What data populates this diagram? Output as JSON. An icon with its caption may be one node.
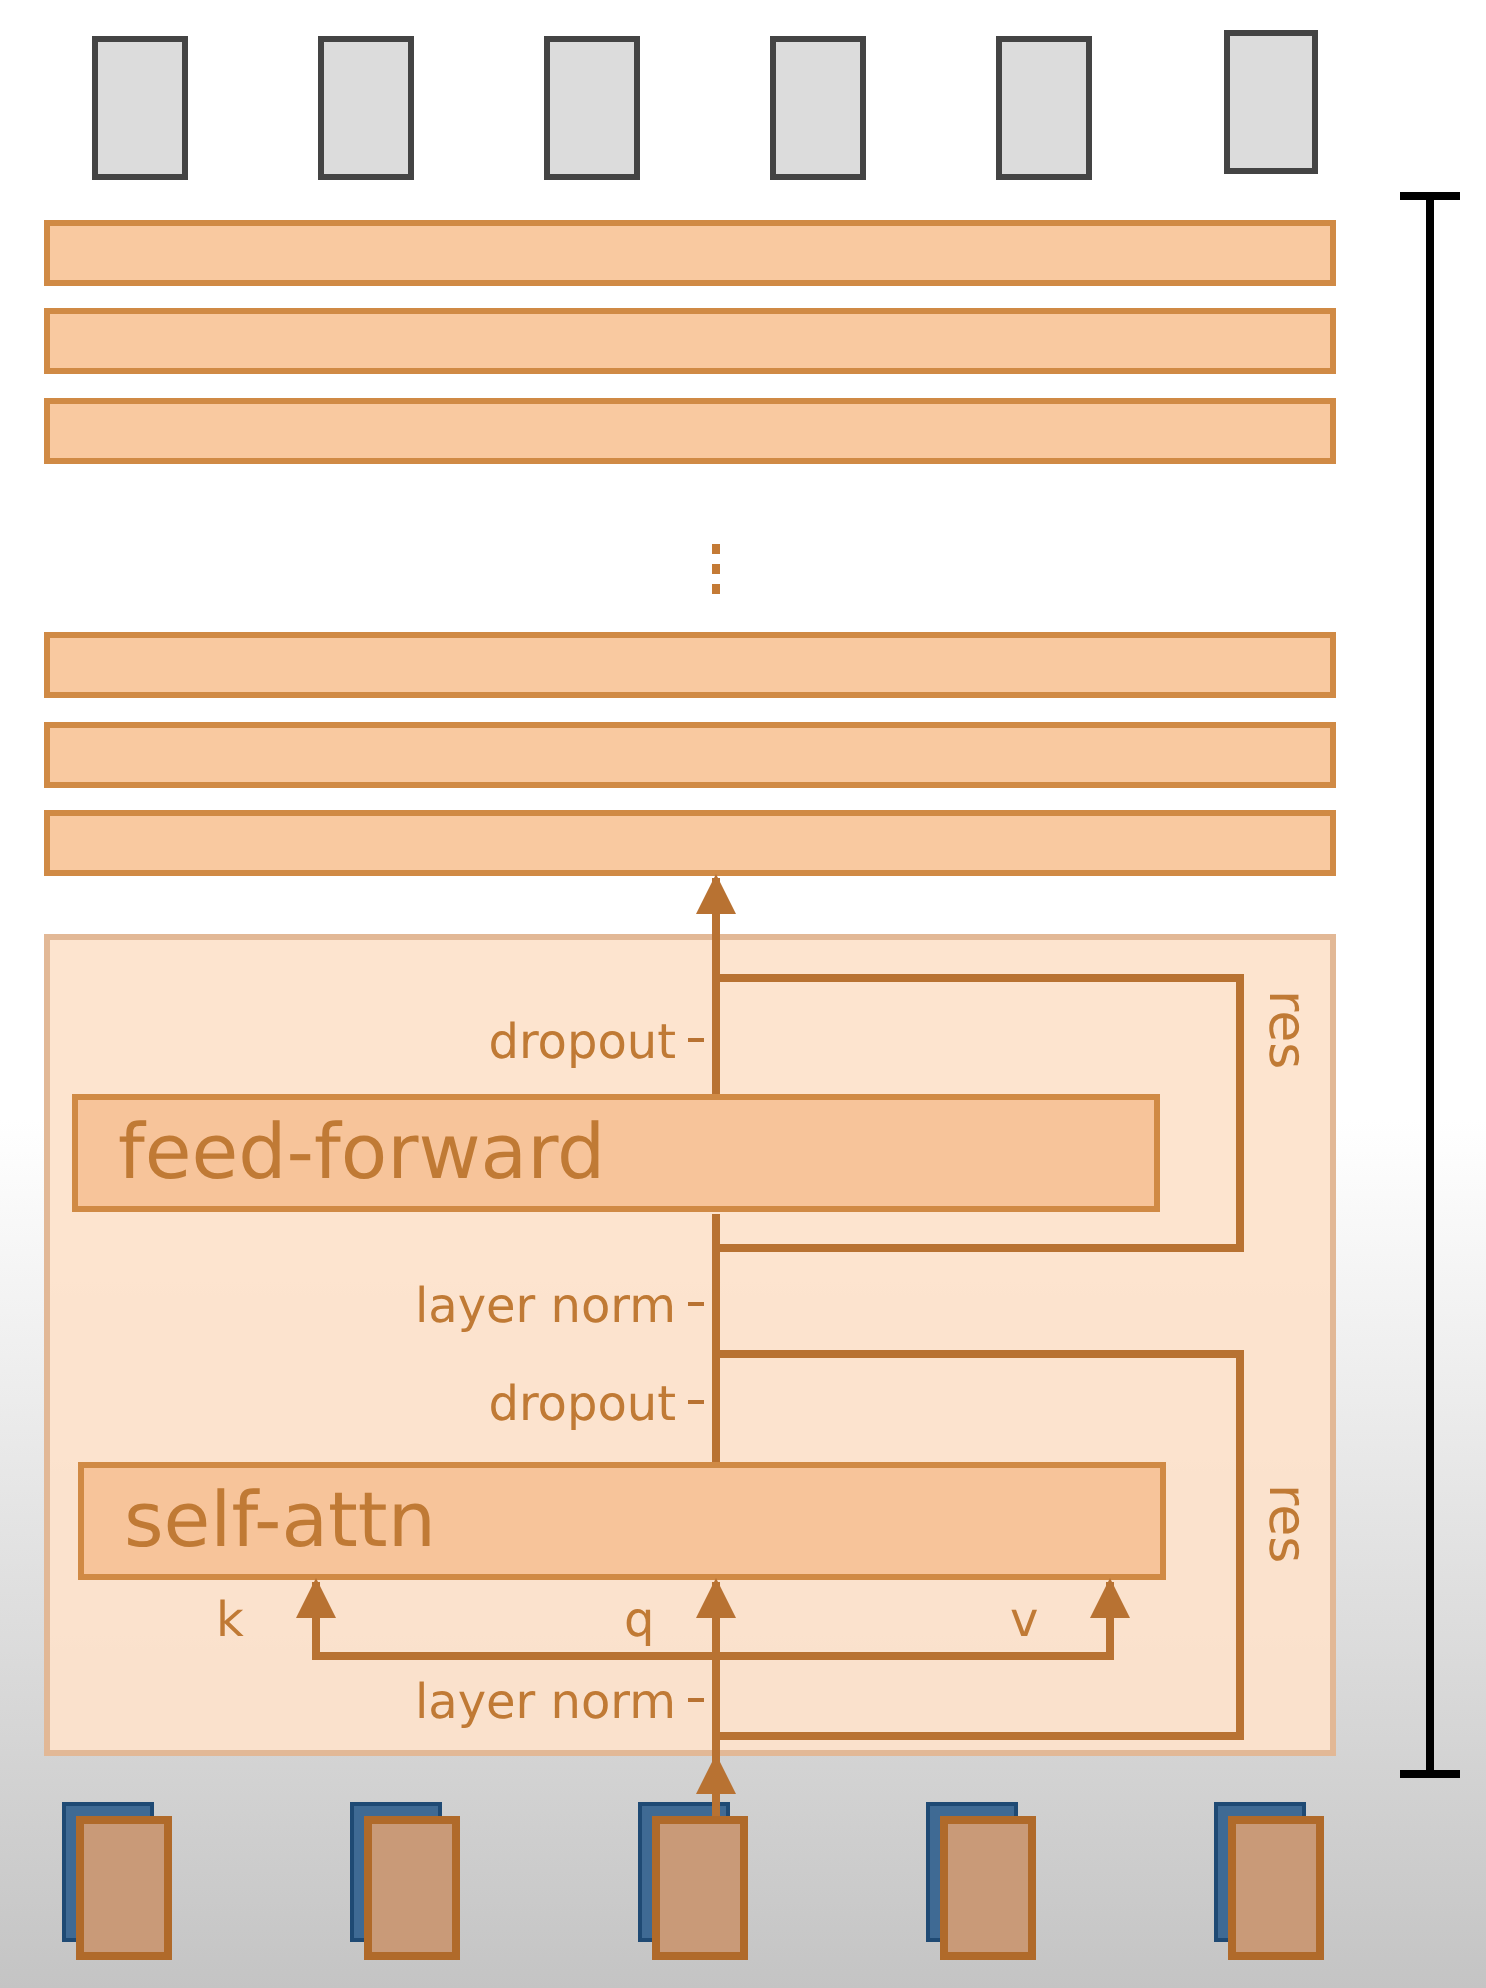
{
  "diagram": {
    "nodes": [
      {
        "text": [],
        "shape": "box"
      },
      {
        "text": [],
        "shape": "box"
      },
      {
        "text": [],
        "shape": "box"
      },
      {
        "text": [],
        "shape": "box"
      },
      {
        "text": [],
        "shape": "box"
      },
      {
        "text": [],
        "shape": "box"
      },
      {
        "text": [],
        "shape": "bar"
      },
      {
        "text": [],
        "shape": "bar"
      },
      {
        "text": [],
        "shape": "bar"
      },
      {
        "text": [],
        "shape": "bar"
      },
      {
        "text": [],
        "shape": "bar"
      },
      {
        "text": [],
        "shape": "bar"
      },
      {
        "text": [],
        "shape": "box"
      },
      {
        "text": [
          "feed-forward"
        ],
        "in": 12
      },
      {
        "text": [
          "self-attn"
        ],
        "in": 12
      },
      {
        "text": [],
        "shape": "box"
      },
      {
        "text": [],
        "shape": "box"
      },
      {
        "text": [],
        "shape": "box"
      },
      {
        "text": [],
        "shape": "box"
      },
      {
        "text": [],
        "shape": "box"
      }
    ],
    "edges": [
      {
        "from": 17,
        "to": 12,
        "arrow": "to"
      },
      {
        "from": null,
        "to": 14,
        "arrow": "to"
      },
      {
        "from": null,
        "to": 14,
        "arrow": "to"
      },
      {
        "from": null,
        "to": 14,
        "arrow": "to"
      },
      {
        "from": 14,
        "to": 13,
        "arrow": "none"
      },
      {
        "from": 13,
        "to": 11,
        "arrow": "to"
      }
    ],
    "labels": [
      "dropout",
      "res",
      "layer norm",
      "dropout",
      "res",
      "k",
      "q",
      "v",
      "layer norm"
    ]
  }
}
